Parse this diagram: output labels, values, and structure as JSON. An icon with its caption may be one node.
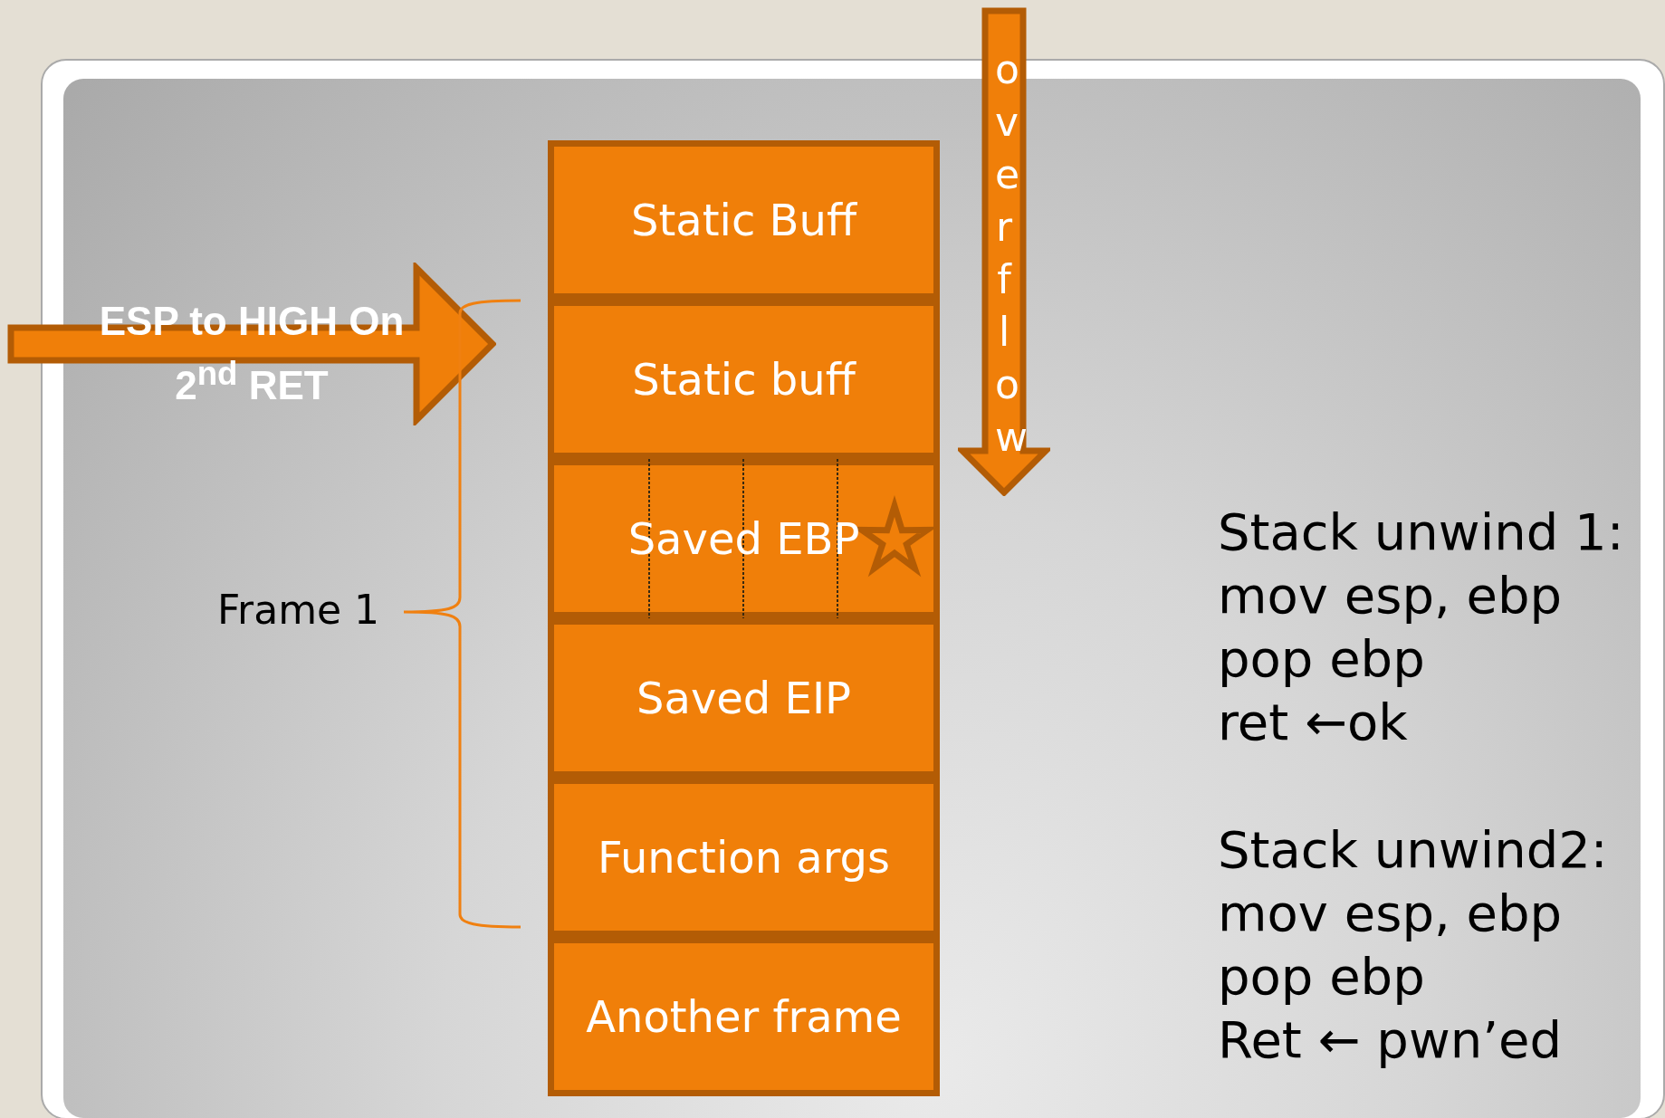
{
  "diagram": {
    "nodes": [
      {
        "text": [
          "Static Buff"
        ]
      },
      {
        "text": [
          "Static buff"
        ]
      },
      {
        "text": [
          "Saved EBP"
        ]
      },
      {
        "text": [
          "Saved EIP"
        ]
      },
      {
        "text": [
          "Function args"
        ]
      },
      {
        "text": [
          "Another frame"
        ]
      },
      {
        "text": [
          "overflow"
        ]
      },
      {
        "text": [
          "ESP to HIGH On 2$^{nd}$ RET"
        ]
      }
    ],
    "labels": [
      "Frame 1",
      "Stack unwind 1:",
      "mov esp, ebp",
      "pop ebp",
      "ret ←ok",
      "Stack unwind2:",
      "mov esp, ebp",
      "pop ebp",
      "Ret ← pwn’ed"
    ]
  }
}
